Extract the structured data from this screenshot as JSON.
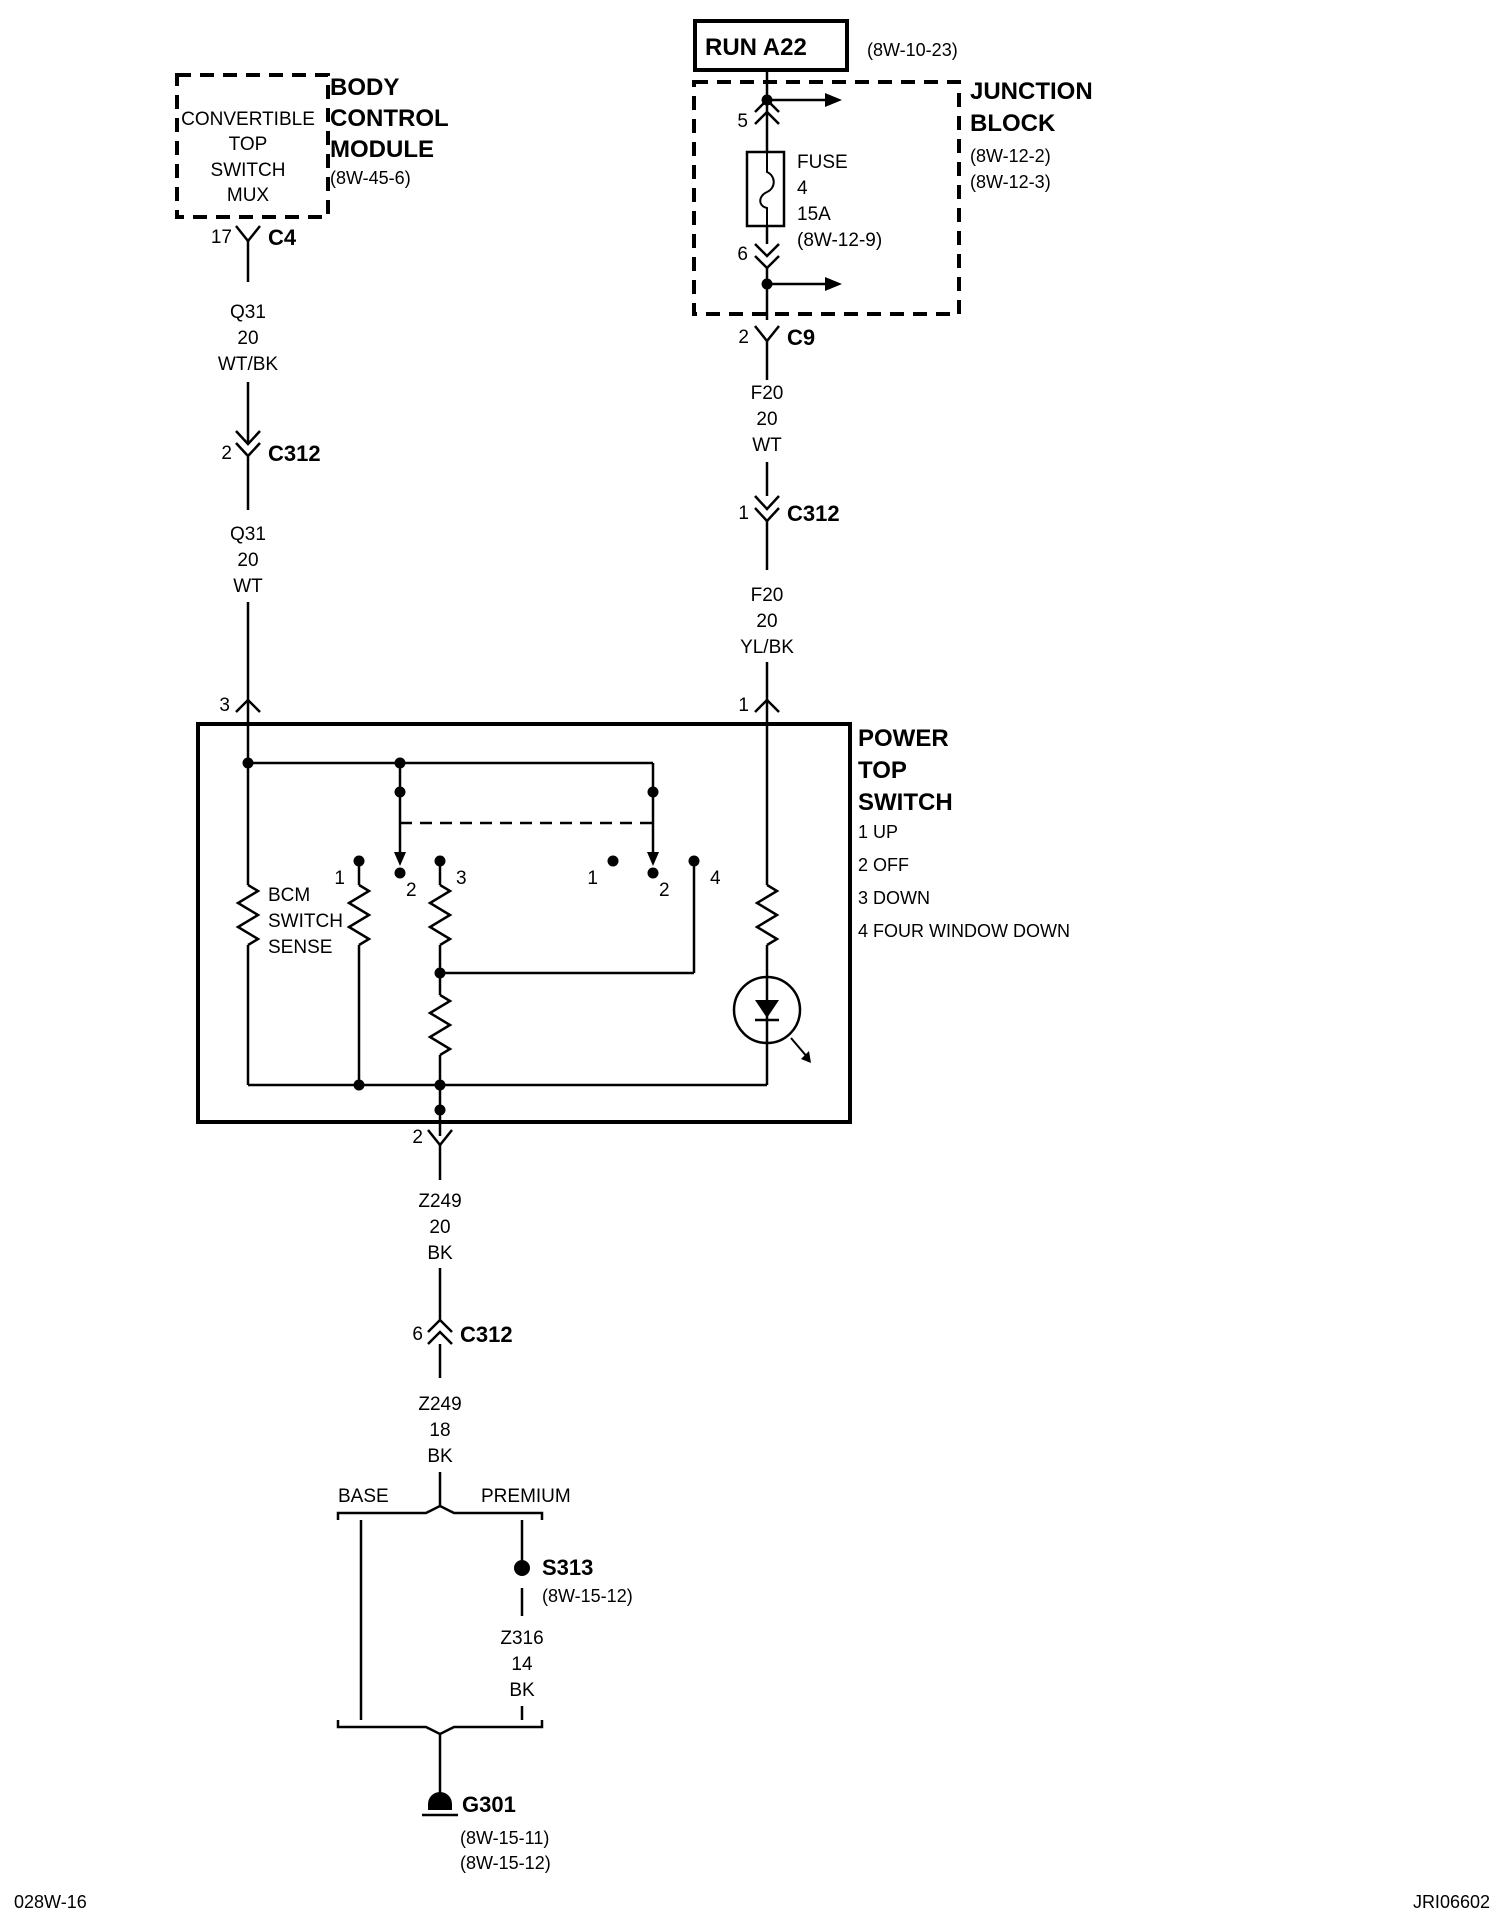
{
  "bcm": {
    "title_lines": [
      "BODY",
      "CONTROL",
      "MODULE"
    ],
    "ref": "(8W-45-6)",
    "inner_lines": [
      "CONVERTIBLE",
      "TOP",
      "SWITCH",
      "MUX"
    ],
    "pin": "17",
    "connector": "C4"
  },
  "run": {
    "label": "RUN A22",
    "ref": "(8W-10-23)"
  },
  "junction_block": {
    "title_lines": [
      "JUNCTION",
      "BLOCK"
    ],
    "refs": [
      "(8W-12-2)",
      "(8W-12-3)"
    ],
    "fuse_lines": [
      "FUSE",
      "4",
      "15A",
      "(8W-12-9)"
    ],
    "pin_in": "5",
    "pin_out": "6",
    "conn_pin": "2",
    "connector": "C9"
  },
  "left_wire": {
    "seg1": [
      "Q31",
      "20",
      "WT/BK"
    ],
    "c312_pin": "2",
    "c312": "C312",
    "seg2": [
      "Q31",
      "20",
      "WT"
    ],
    "switch_pin": "3"
  },
  "right_wire": {
    "seg1": [
      "F20",
      "20",
      "WT"
    ],
    "c312_pin": "1",
    "c312": "C312",
    "seg2": [
      "F20",
      "20",
      "YL/BK"
    ],
    "switch_pin": "1"
  },
  "switch": {
    "title_lines": [
      "POWER",
      "TOP",
      "SWITCH"
    ],
    "positions": [
      "1 UP",
      "2 OFF",
      "3 DOWN",
      "4 FOUR WINDOW DOWN"
    ],
    "sense_lines": [
      "BCM",
      "SWITCH",
      "SENSE"
    ],
    "contact_labels": [
      "1",
      "2",
      "3",
      "1",
      "2",
      "4"
    ],
    "ground_pin": "2"
  },
  "ground_wire": {
    "seg1": [
      "Z249",
      "20",
      "BK"
    ],
    "c312_pin": "6",
    "c312": "C312",
    "seg2": [
      "Z249",
      "18",
      "BK"
    ],
    "base": "BASE",
    "premium": "PREMIUM",
    "splice": "S313",
    "splice_ref": "(8W-15-12)",
    "seg3": [
      "Z316",
      "14",
      "BK"
    ],
    "ground": "G301",
    "ground_refs": [
      "(8W-15-11)",
      "(8W-15-12)"
    ]
  },
  "footer": {
    "left": "028W-16",
    "right": "JRI06602"
  }
}
